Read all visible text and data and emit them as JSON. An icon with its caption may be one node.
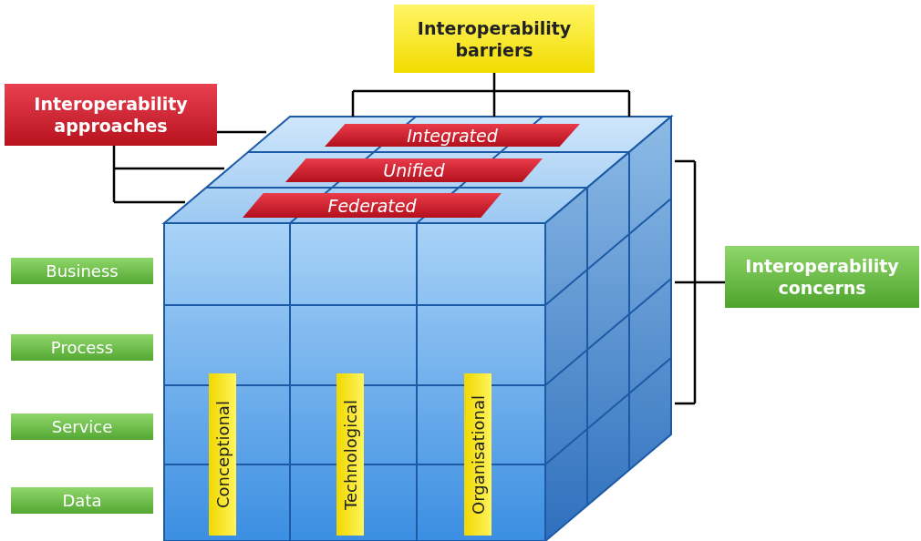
{
  "diagram": {
    "nodes": [
      {
        "text": [
          "Interoperability approaches"
        ]
      },
      {
        "text": [
          "Interoperability barriers"
        ]
      },
      {
        "text": [
          "Integrated"
        ]
      },
      {
        "text": [
          "Unified"
        ]
      },
      {
        "text": [
          "Federated"
        ]
      },
      {
        "text": [
          "Interoperability concerns"
        ]
      },
      {
        "text": [
          "Business"
        ]
      },
      {
        "text": [
          "Process"
        ]
      },
      {
        "text": [
          "Service"
        ]
      },
      {
        "text": [
          "Data"
        ]
      },
      {
        "text": [
          "Conceptional"
        ]
      },
      {
        "text": [
          "Technological"
        ]
      },
      {
        "text": [
          "Organisational"
        ]
      }
    ]
  }
}
